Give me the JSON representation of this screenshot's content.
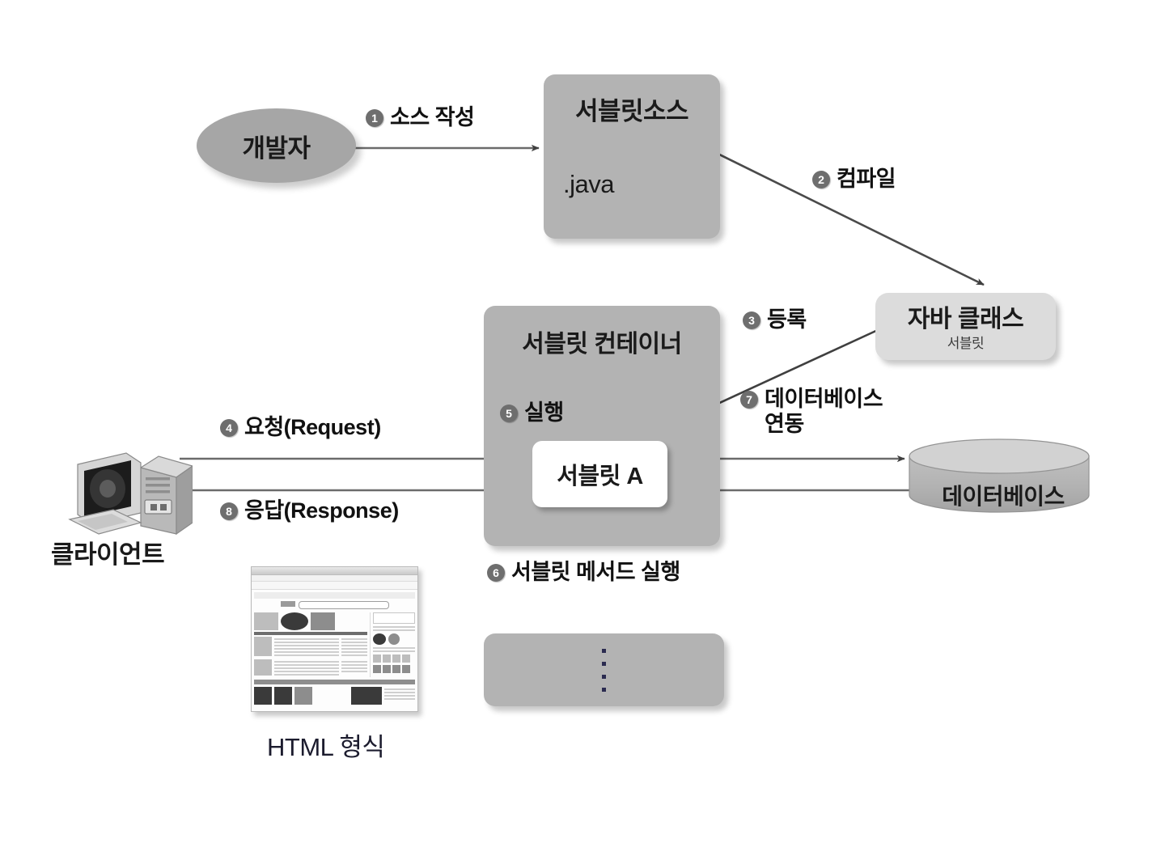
{
  "diagram": {
    "title": "Servlet execution flow diagram",
    "colors": {
      "node_gray": "#b3b3b3",
      "node_light": "#dcdcdc",
      "ellipse_gray": "#a6a6a6",
      "badge": "#6e6e6e",
      "arrow": "#4d4d4d",
      "text": "#111111",
      "background": "#ffffff"
    }
  },
  "nodes": {
    "developer": {
      "label": "개발자"
    },
    "servlet_source": {
      "title": "서블릿소스",
      "subtitle": ".java"
    },
    "java_class": {
      "title": "자바 클래스",
      "subtitle": "서블릿"
    },
    "servlet_container": {
      "title": "서블릿 컨테이너"
    },
    "servlet_a": {
      "label": "서블릿 A"
    },
    "database": {
      "label": "데이터베이스"
    },
    "client": {
      "label": "클라이언트"
    },
    "html_output": {
      "label": "HTML 형식"
    },
    "more_servlets": {
      "label": "⋮"
    }
  },
  "steps": [
    {
      "number": "❶",
      "num": "1",
      "text": "소스 작성"
    },
    {
      "number": "❷",
      "num": "2",
      "text": "컴파일"
    },
    {
      "number": "❸",
      "num": "3",
      "text": "등록"
    },
    {
      "number": "❹",
      "num": "4",
      "text": "요청(Request)"
    },
    {
      "number": "❺",
      "num": "5",
      "text": "실행"
    },
    {
      "number": "❻",
      "num": "6",
      "text": "서블릿 메서드 실행"
    },
    {
      "number": "❼",
      "num": "7",
      "text_line1": "데이터베이스",
      "text_line2": "연동"
    },
    {
      "number": "❽",
      "num": "8",
      "text": "응답(Response)"
    }
  ]
}
